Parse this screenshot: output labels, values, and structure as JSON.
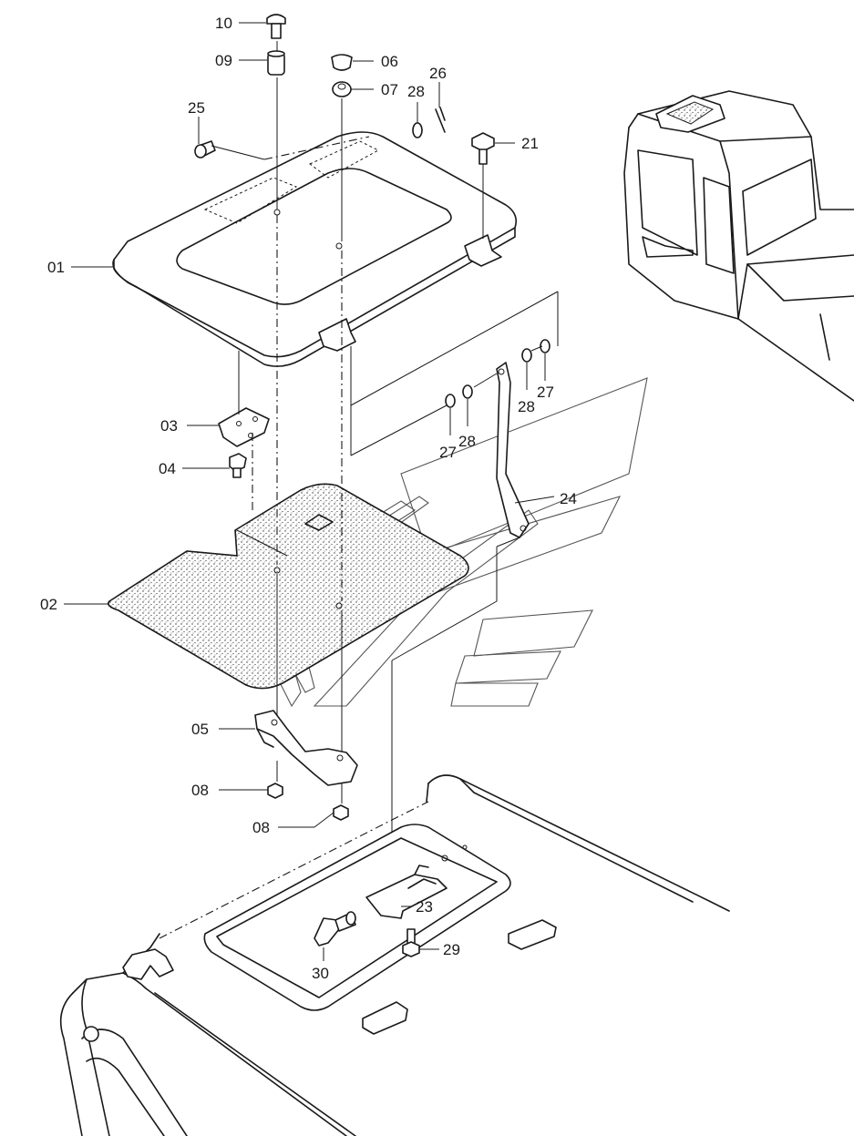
{
  "callouts": [
    {
      "id": "p10",
      "text": "10"
    },
    {
      "id": "p09",
      "text": "09"
    },
    {
      "id": "p06",
      "text": "06"
    },
    {
      "id": "p07",
      "text": "07"
    },
    {
      "id": "p28a",
      "text": "28"
    },
    {
      "id": "p26",
      "text": "26"
    },
    {
      "id": "p25",
      "text": "25"
    },
    {
      "id": "p21",
      "text": "21"
    },
    {
      "id": "p01",
      "text": "01"
    },
    {
      "id": "p28b",
      "text": "28"
    },
    {
      "id": "p27a",
      "text": "27"
    },
    {
      "id": "p03",
      "text": "03"
    },
    {
      "id": "p27b",
      "text": "27"
    },
    {
      "id": "p28c",
      "text": "28"
    },
    {
      "id": "p04",
      "text": "04"
    },
    {
      "id": "p24",
      "text": "24"
    },
    {
      "id": "p02",
      "text": "02"
    },
    {
      "id": "p05",
      "text": "05"
    },
    {
      "id": "p08a",
      "text": "08"
    },
    {
      "id": "p08b",
      "text": "08"
    },
    {
      "id": "p23",
      "text": "23"
    },
    {
      "id": "p29",
      "text": "29"
    },
    {
      "id": "p30",
      "text": "30"
    }
  ]
}
